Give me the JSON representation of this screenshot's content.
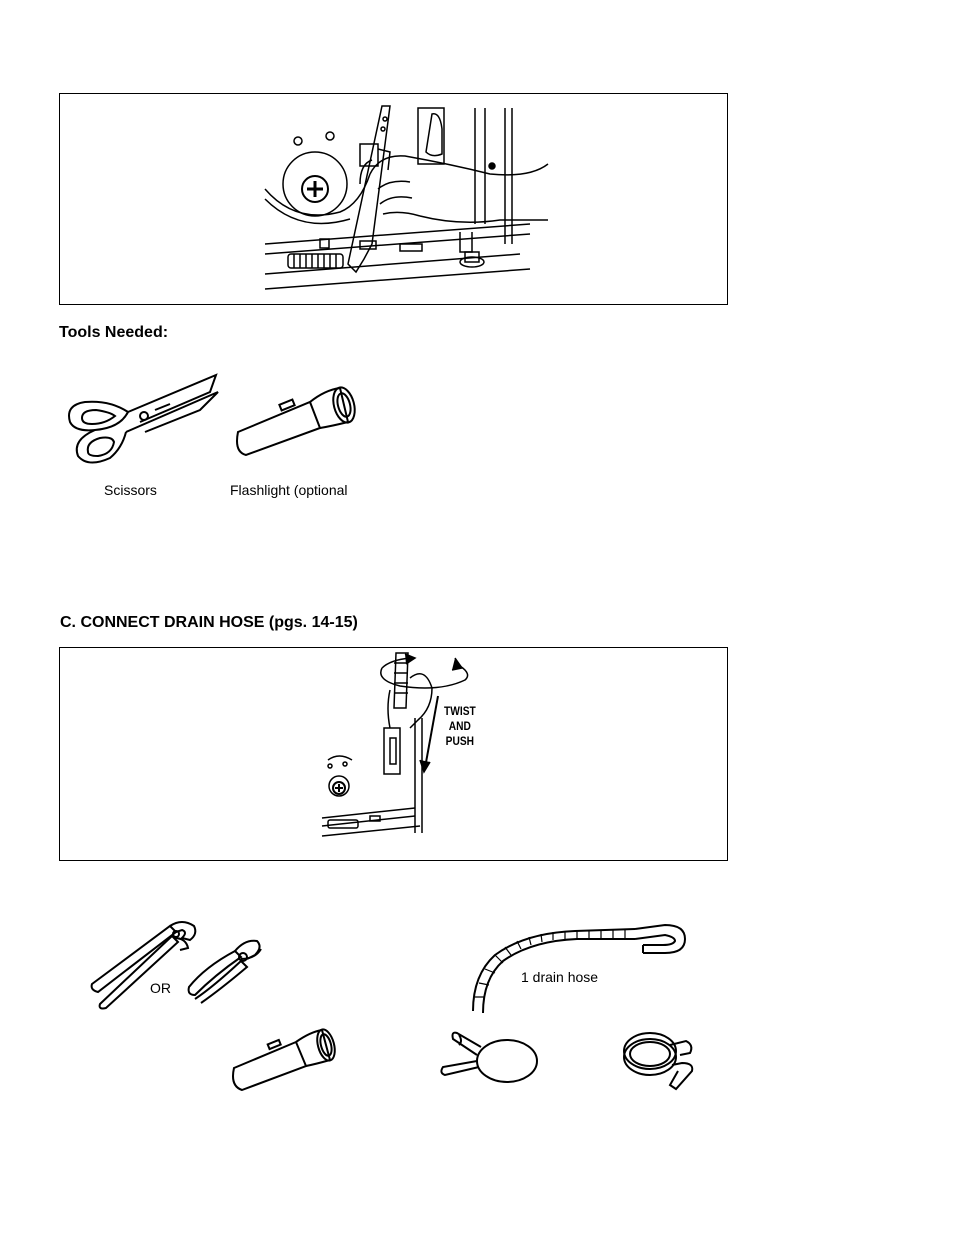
{
  "sections": {
    "tools_heading": "Tools Needed:",
    "drain_heading": "C. CONNECT DRAIN HOSE (pgs. 14-15)"
  },
  "tools": {
    "scissors_label": "Scissors",
    "flashlight_label": "Flashlight (optional"
  },
  "drain_figure": {
    "callout": [
      "TWIST",
      "AND",
      "PUSH"
    ]
  },
  "parts": {
    "or_label": "OR",
    "drain_hose_label": "1 drain hose"
  },
  "icons": [
    "hand-removing-strap-illustration",
    "scissors-icon",
    "flashlight-icon",
    "twist-push-hose-illustration",
    "channel-lock-pliers-icon",
    "slip-joint-pliers-icon",
    "drain-hose-icon",
    "spring-clamp-icon",
    "wire-clamp-icon"
  ]
}
